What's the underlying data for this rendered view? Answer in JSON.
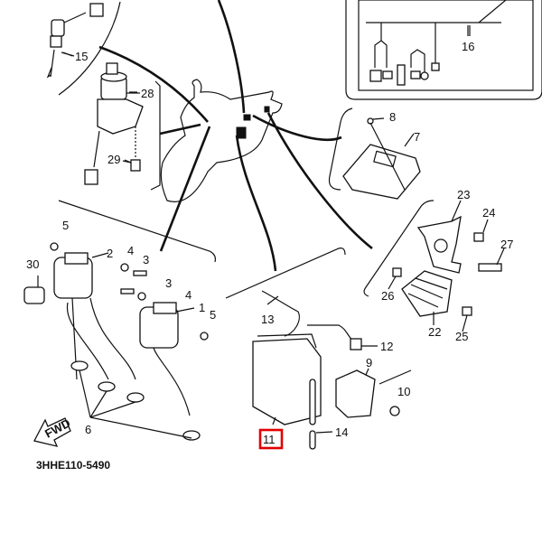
{
  "diagram": {
    "title_code": "3HHE110-5490",
    "direction_label": "FWD",
    "highlight_color": "#e00000",
    "highlighted_part": "11",
    "callouts": [
      {
        "id": "c1",
        "text": "1"
      },
      {
        "id": "c2",
        "text": "2"
      },
      {
        "id": "c3a",
        "text": "3"
      },
      {
        "id": "c3b",
        "text": "3"
      },
      {
        "id": "c4a",
        "text": "4"
      },
      {
        "id": "c4b",
        "text": "4"
      },
      {
        "id": "c5a",
        "text": "5"
      },
      {
        "id": "c5b",
        "text": "5"
      },
      {
        "id": "c6",
        "text": "6"
      },
      {
        "id": "c7",
        "text": "7"
      },
      {
        "id": "c8",
        "text": "8"
      },
      {
        "id": "c9",
        "text": "9"
      },
      {
        "id": "c10",
        "text": "10"
      },
      {
        "id": "c11",
        "text": "11"
      },
      {
        "id": "c12",
        "text": "12"
      },
      {
        "id": "c13",
        "text": "13"
      },
      {
        "id": "c14",
        "text": "14"
      },
      {
        "id": "c15",
        "text": "15"
      },
      {
        "id": "c16",
        "text": "16"
      },
      {
        "id": "c22",
        "text": "22"
      },
      {
        "id": "c23",
        "text": "23"
      },
      {
        "id": "c24",
        "text": "24"
      },
      {
        "id": "c25",
        "text": "25"
      },
      {
        "id": "c26",
        "text": "26"
      },
      {
        "id": "c27",
        "text": "27"
      },
      {
        "id": "c28",
        "text": "28"
      },
      {
        "id": "c29",
        "text": "29"
      },
      {
        "id": "c30",
        "text": "30"
      }
    ]
  }
}
